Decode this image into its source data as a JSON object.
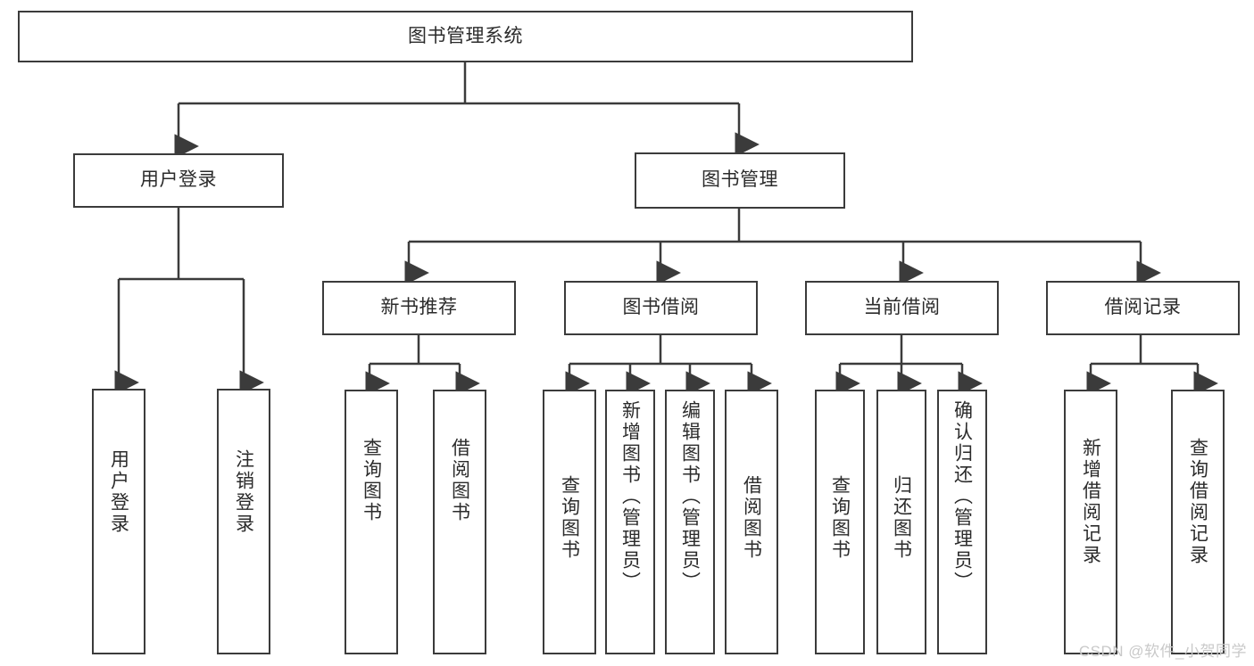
{
  "diagram": {
    "title": "图书管理系统",
    "type": "tree-hierarchy-diagram",
    "root": {
      "label": "图书管理系统"
    },
    "level1": [
      {
        "label": "用户登录"
      },
      {
        "label": "图书管理"
      }
    ],
    "level2": [
      {
        "label": "新书推荐"
      },
      {
        "label": "图书借阅"
      },
      {
        "label": "当前借阅"
      },
      {
        "label": "借阅记录"
      }
    ],
    "leaves": {
      "user_login": [
        {
          "label": "用户登录"
        },
        {
          "label": "注销登录"
        }
      ],
      "new_book_recommend": [
        {
          "label": "查询图书"
        },
        {
          "label": "借阅图书"
        }
      ],
      "book_borrow": [
        {
          "label": "查询图书"
        },
        {
          "label": "新增图书（管理员）"
        },
        {
          "label": "编辑图书（管理员）"
        },
        {
          "label": "借阅图书"
        }
      ],
      "current_borrow": [
        {
          "label": "查询图书"
        },
        {
          "label": "归还图书"
        },
        {
          "label": "确认归还（管理员）"
        }
      ],
      "borrow_record": [
        {
          "label": "新增借阅记录"
        },
        {
          "label": "查询借阅记录"
        }
      ]
    }
  },
  "watermark": {
    "text": "CSDN @软件_小贺同学"
  },
  "colors": {
    "border": "#3b3b3b",
    "text": "#2b2b2b",
    "background": "#ffffff",
    "watermark": "#c9c9c9"
  }
}
